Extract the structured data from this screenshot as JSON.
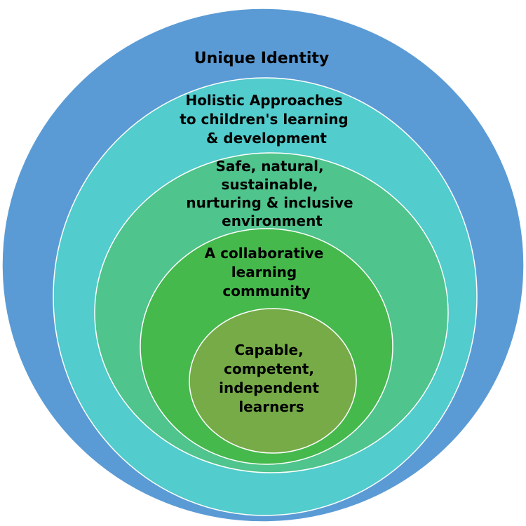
{
  "diagram": {
    "rings": [
      {
        "id": "unique-identity",
        "color": "#5b9bd5",
        "lines": [
          "Unique Identity"
        ]
      },
      {
        "id": "holistic-approaches",
        "color": "#52cccc",
        "lines": [
          "Holistic Approaches",
          "to children's learning",
          "& development"
        ]
      },
      {
        "id": "safe-environment",
        "color": "#4fc48c",
        "lines": [
          "Safe, natural,",
          "sustainable,",
          "nurturing & inclusive",
          "environment"
        ]
      },
      {
        "id": "collaborative-community",
        "color": "#46b94d",
        "lines": [
          "A collaborative",
          "learning",
          "community"
        ]
      },
      {
        "id": "capable-learners",
        "color": "#76ab48",
        "lines": [
          "Capable,",
          "competent,",
          "independent",
          "learners"
        ]
      }
    ],
    "outline_color": "#ffffff"
  }
}
